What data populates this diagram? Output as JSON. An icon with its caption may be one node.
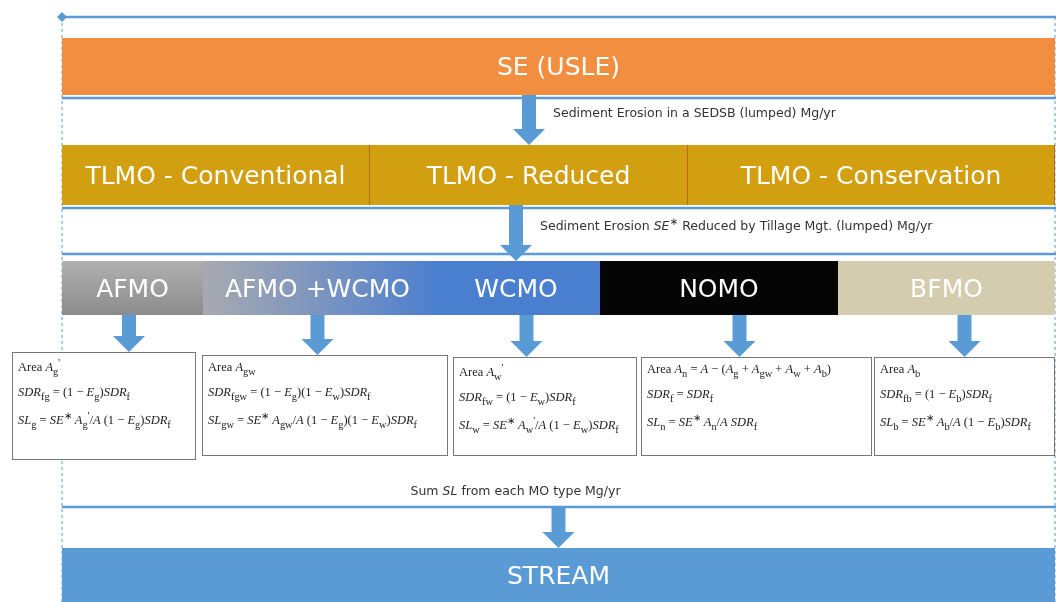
{
  "diagram": {
    "nodes": [
      {
        "text": [
          "SE (USLE)"
        ]
      },
      {
        "text": [
          "TLMO - Conventional"
        ]
      },
      {
        "text": [
          "TLMO - Reduced"
        ]
      },
      {
        "text": [
          "TLMO - Conservation"
        ]
      },
      {
        "text": [
          "AFMO"
        ]
      },
      {
        "text": [
          "AFMO +WCMO"
        ]
      },
      {
        "text": [
          "WCMO"
        ]
      },
      {
        "text": [
          "NOMO"
        ]
      },
      {
        "text": [
          "BFMO"
        ]
      },
      {
        "text": [
          "Area *A*$_{g}$$^{'}$",
          "*SDR*$_{fg}$ = (1 − *E*$_{g}$)*SDR*$_{f}$",
          "*SL*$_{g}$ = *SE*$^{∗}$ *A*$_{g}$$^{'}$/*A* (1 − *E*$_{g}$)*SDR*$_{f}$"
        ]
      },
      {
        "text": [
          "Area *A*$_{gw}$",
          "*SDR*$_{fgw}$ = (1 − *E*$_{g}$)(1 − *E*$_{w}$)*SDR*$_{f}$",
          "*SL*$_{gw}$ = *SE*$^{∗}$ *A*$_{gw}$/*A* (1 − *E*$_{g}$)(1 − *E*$_{w}$)*SDR*$_{f}$"
        ]
      },
      {
        "text": [
          "Area *A*$_{w}$$^{'}$",
          "*SDR*$_{fw}$ = (1 − *E*$_{w}$)*SDR*$_{f}$",
          "*SL*$_{w}$ = *SE*$^{∗}$ *A*$_{w}$$^{'}$/*A* (1 − *E*$_{w}$)*SDR*$_{f}$"
        ]
      },
      {
        "text": [
          "Area *A*$_{n}$ = *A* − (*A*$_{g}$ + *A*$_{gw}$ + *A*$_{w}$ + *A*$_{b}$)",
          "*SDR*$_{f}$ = *SDR*$_{f}$",
          "*SL*$_{n}$ = *SE*$^{∗}$ *A*$_{n}$/*A* *SDR*$_{f}$"
        ]
      },
      {
        "text": [
          "Area *A*$_{b}$",
          "*SDR*$_{fb}$ = (1 − *E*$_{b}$)*SDR*$_{f}$",
          "*SL*$_{b}$ = *SE*$^{∗}$ *A*$_{b}$/*A* (1 − *E*$_{b}$)*SDR*$_{f}$"
        ]
      },
      {
        "text": [
          "STREAM"
        ]
      }
    ],
    "edges": [
      {
        "from": 0,
        "to": 2,
        "arrow": "to",
        "label": "Sediment Erosion in a SEDSB (lumped) Mg/yr"
      },
      {
        "from": 2,
        "to": 6,
        "arrow": "to",
        "label": "Sediment Erosion *SE*$^{∗}$ Reduced by Tillage Mgt. (lumped) Mg/yr"
      },
      {
        "from": 4,
        "to": 9,
        "arrow": "to"
      },
      {
        "from": 5,
        "to": 10,
        "arrow": "to"
      },
      {
        "from": 6,
        "to": 11,
        "arrow": "to"
      },
      {
        "from": 7,
        "to": 12,
        "arrow": "to"
      },
      {
        "from": 8,
        "to": 13,
        "arrow": "to"
      },
      {
        "from": null,
        "to": 14,
        "arrow": "to",
        "label": "Sum *SL* from each MO type Mg/yr"
      }
    ]
  }
}
